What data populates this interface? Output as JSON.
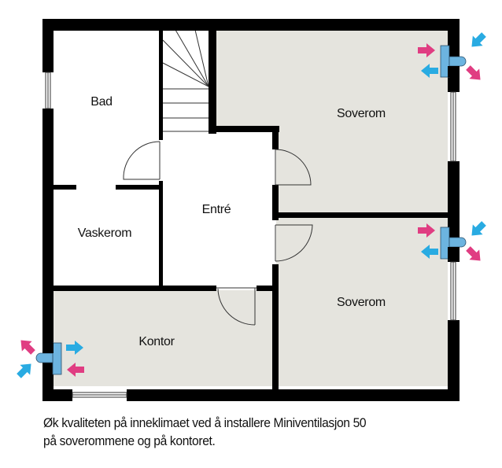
{
  "floor_plan": {
    "rooms": [
      {
        "id": "bad",
        "label": "Bad",
        "shaded": false
      },
      {
        "id": "vaskerom",
        "label": "Vaskerom",
        "shaded": false
      },
      {
        "id": "entre",
        "label": "Entré",
        "shaded": false
      },
      {
        "id": "soverom_upper",
        "label": "Soverom",
        "shaded": true
      },
      {
        "id": "soverom_lower",
        "label": "Soverom",
        "shaded": true
      },
      {
        "id": "kontor",
        "label": "Kontor",
        "shaded": true
      }
    ],
    "ventilation_units": [
      {
        "room": "soverom_upper",
        "name": "Miniventilasjon 50"
      },
      {
        "room": "soverom_lower",
        "name": "Miniventilasjon 50"
      },
      {
        "room": "kontor",
        "name": "Miniventilasjon 50"
      }
    ],
    "colors": {
      "wall": "#000000",
      "shaded_room": "#e5e4de",
      "unit_fill": "#6cb4e0",
      "arrow_fresh": "#29abe2",
      "arrow_exhaust": "#e03d82"
    }
  },
  "caption": {
    "line1": "Øk kvaliteten på inneklimaet ved å installere Miniventilasjon 50",
    "line2": "på soverommene og på kontoret."
  }
}
